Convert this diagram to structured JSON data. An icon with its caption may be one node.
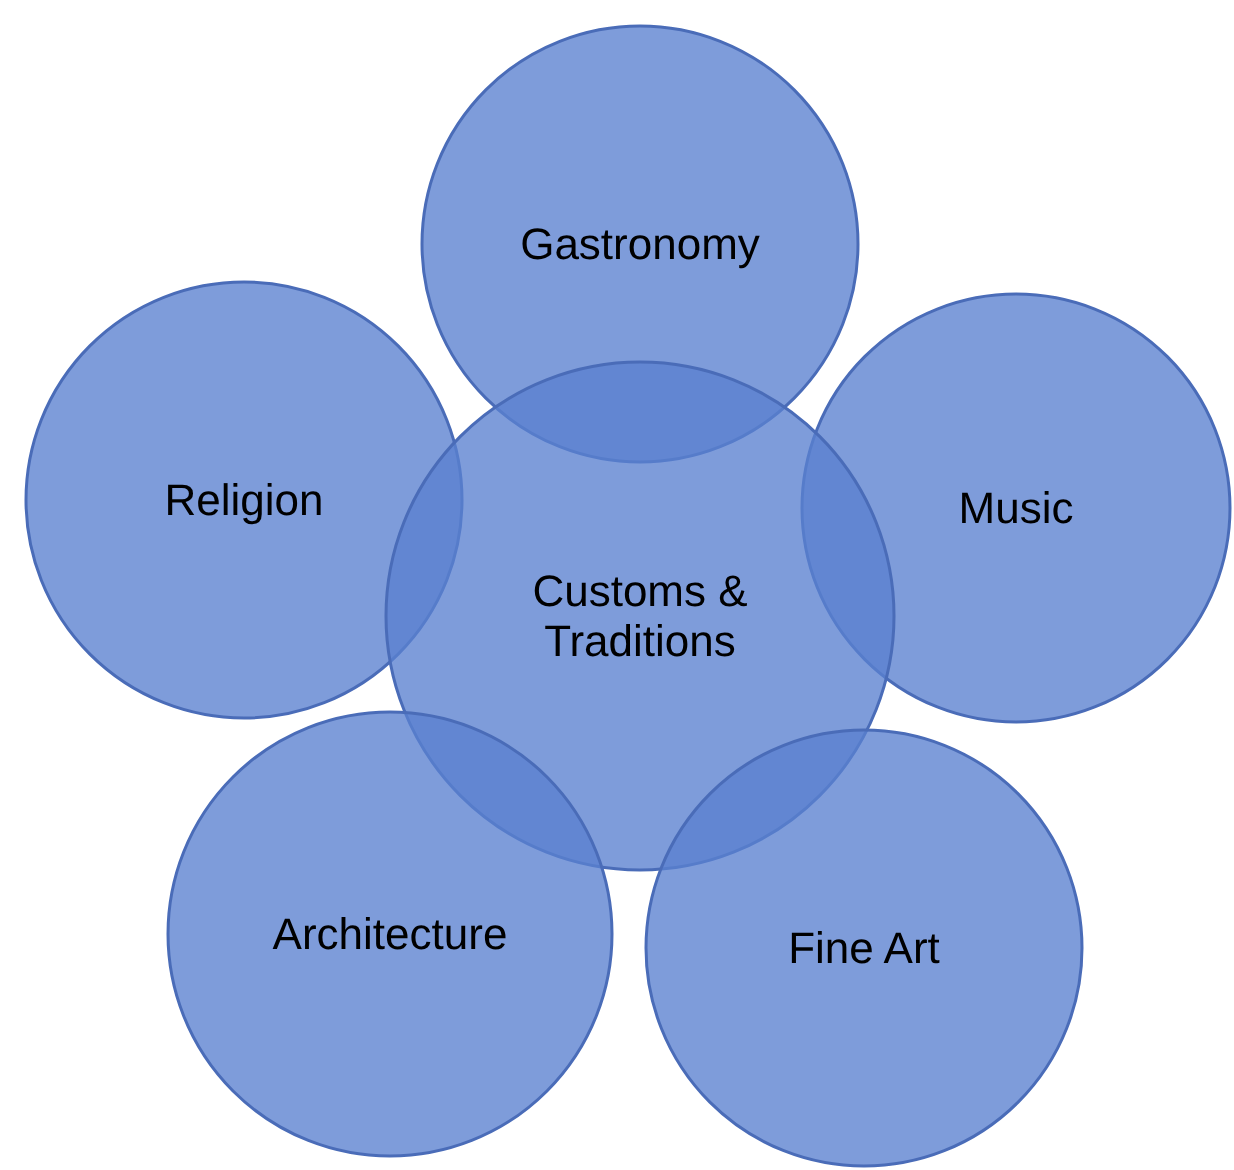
{
  "diagram": {
    "nodes": [
      {
        "text": [
          "Gastronomy"
        ]
      },
      {
        "text": [
          "Religion"
        ]
      },
      {
        "text": [
          "Music"
        ]
      },
      {
        "text": [
          "Customs & Traditions"
        ]
      },
      {
        "text": [
          "Architecture"
        ]
      },
      {
        "text": [
          "Fine Art"
        ]
      }
    ]
  }
}
